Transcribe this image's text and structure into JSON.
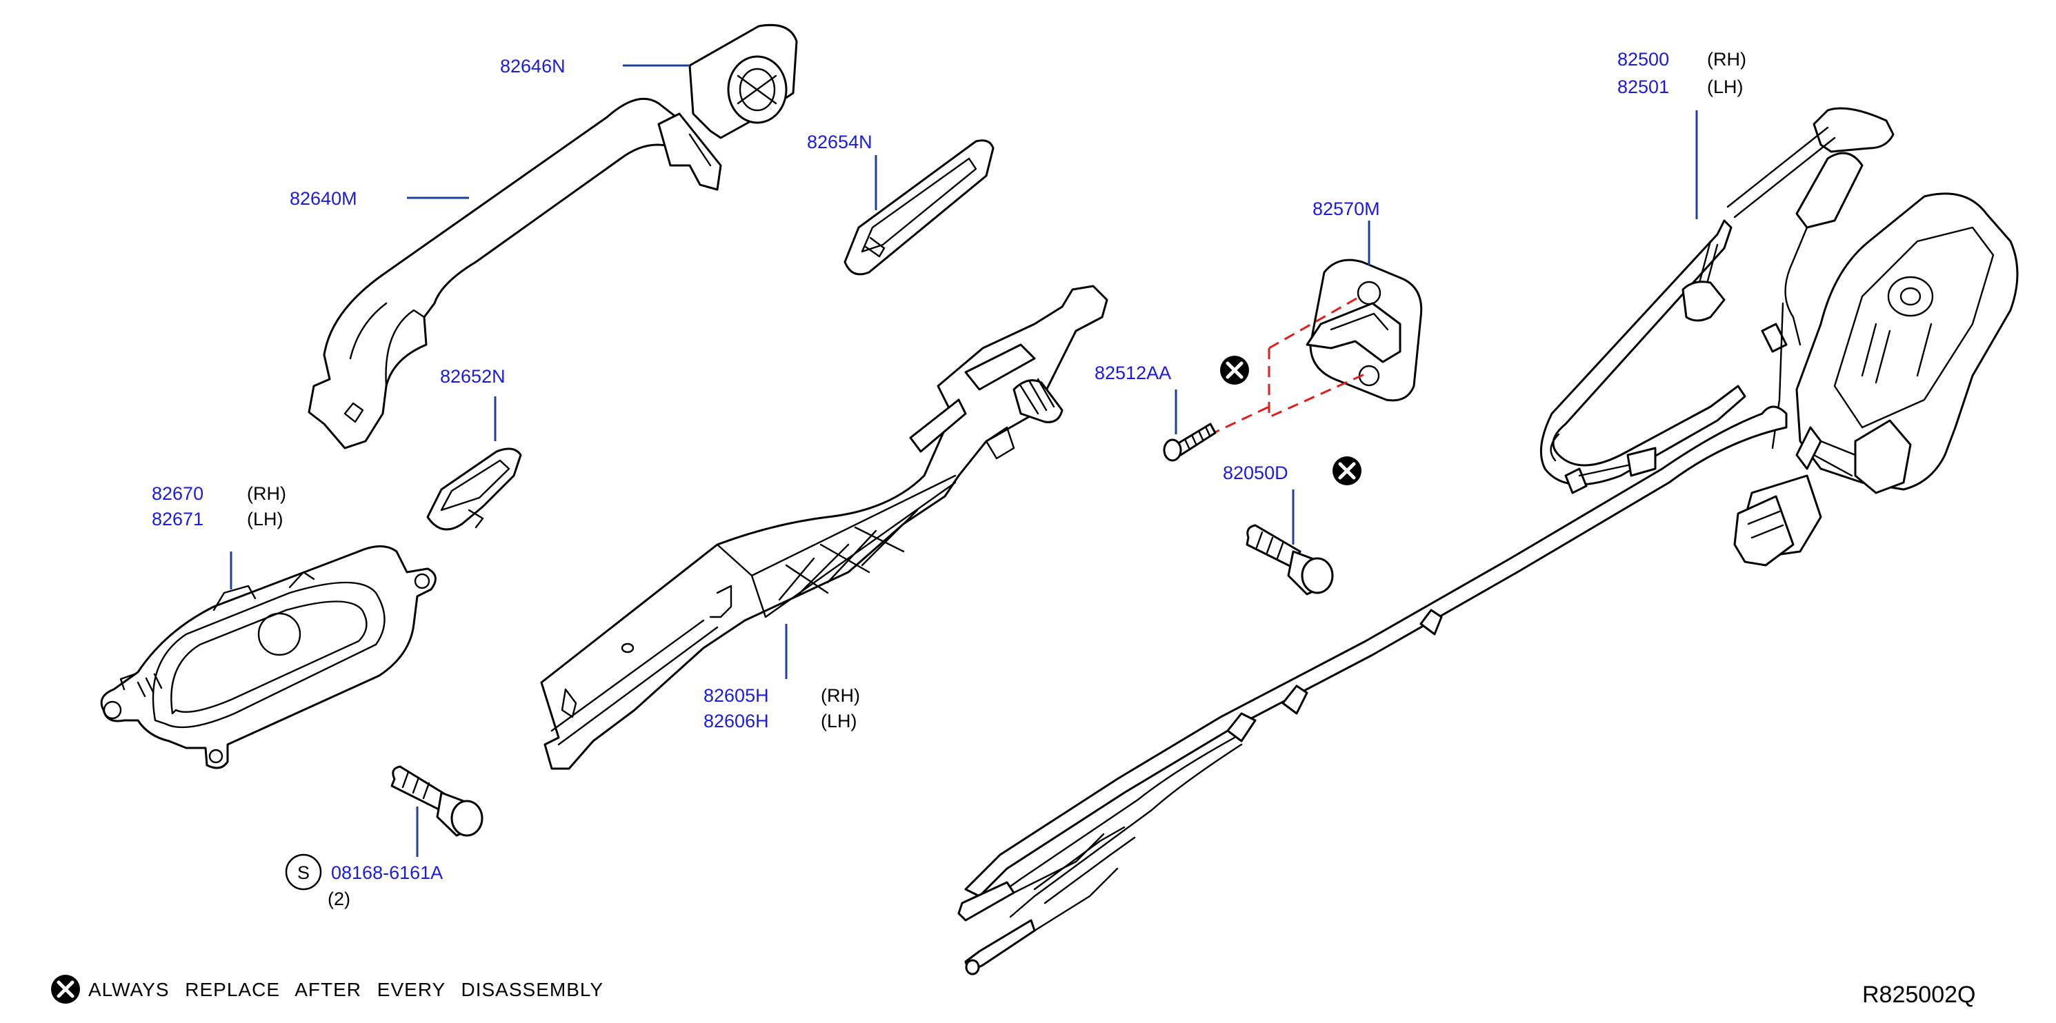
{
  "parts": {
    "p82646N": "82646N",
    "p82640M": "82640M",
    "p82654N": "82654N",
    "p82652N": "82652N",
    "p82670": "82670",
    "p82671": "82671",
    "p82605H": "82605H",
    "p82606H": "82606H",
    "p82570M": "82570M",
    "p82512AA": "82512AA",
    "p82050D": "82050D",
    "p82500": "82500",
    "p82501": "82501",
    "p08168": "08168-6161A"
  },
  "sides": {
    "rh": "(RH)",
    "lh": "(LH)"
  },
  "qty_bolt": "(2)",
  "standard_symbol": "S",
  "note": "ALWAYS REPLACE AFTER EVERY DISASSEMBLY",
  "ref_code": "R825002Q",
  "colors": {
    "part_number": "#1a1ae6",
    "leader": "#1c3fa0",
    "dashed_fit": "#e11c1c",
    "ink": "#000000"
  },
  "icons": {
    "replace_marker": "circled-x-icon"
  }
}
